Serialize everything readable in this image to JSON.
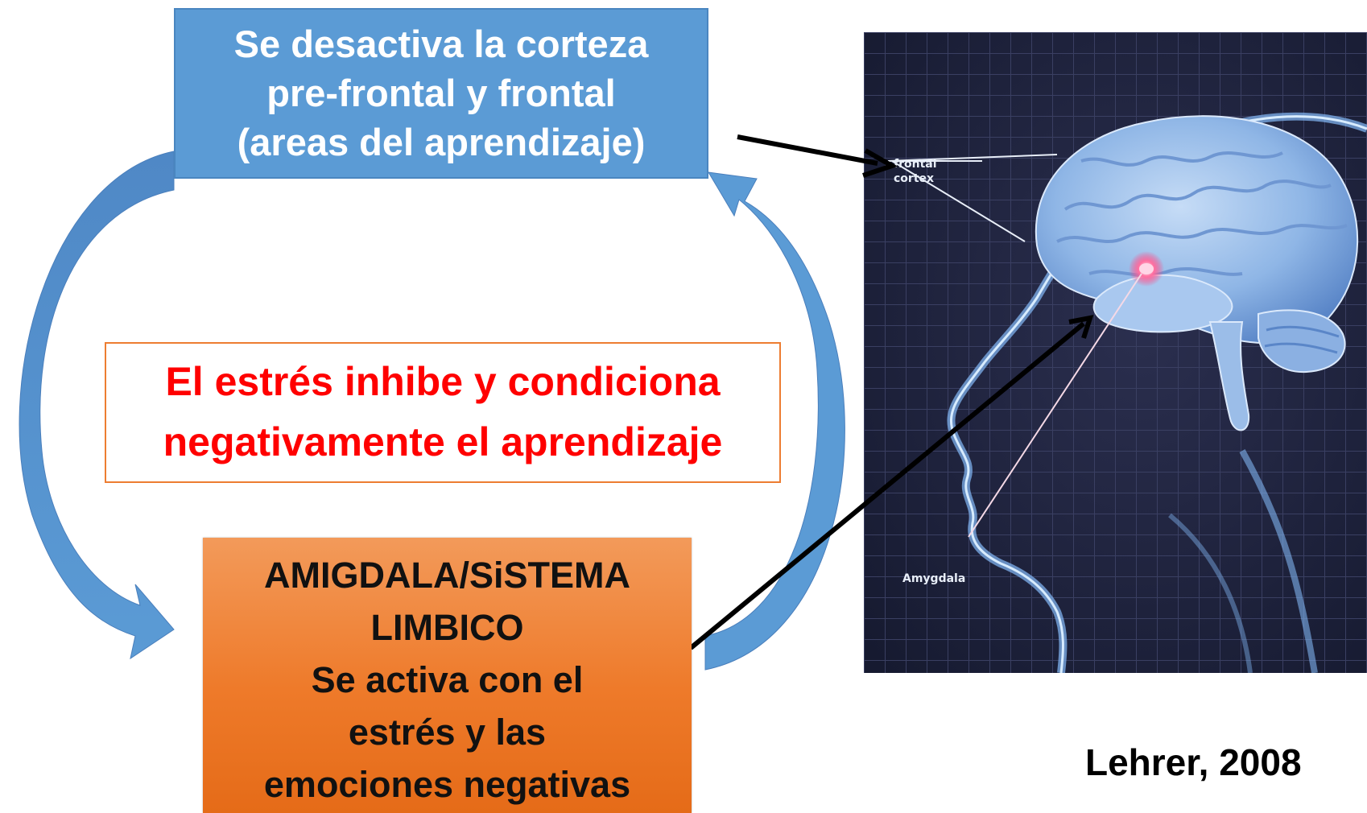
{
  "top_box": {
    "lines": [
      "Se desactiva la corteza",
      "pre-frontal y frontal",
      "(areas del aprendizaje)"
    ]
  },
  "middle_box": {
    "lines": [
      "El estrés inhibe y condiciona",
      "negativamente el aprendizaje"
    ]
  },
  "bottom_box": {
    "lines": [
      "AMIGDALA/SiSTEMA",
      "LIMBICO",
      "Se activa con el",
      "estrés y las",
      "emociones negativas"
    ]
  },
  "brain_image": {
    "labels": {
      "frontal_line1": "frontal",
      "frontal_line2": "cortex",
      "amygdala": "Amygdala"
    }
  },
  "citation": "Lehrer, 2008",
  "colors": {
    "blue_box": "#5b9bd5",
    "orange_box": "#ed7d31",
    "red_text": "#ff0000",
    "cycle_arrow": "#5b9bd5"
  }
}
